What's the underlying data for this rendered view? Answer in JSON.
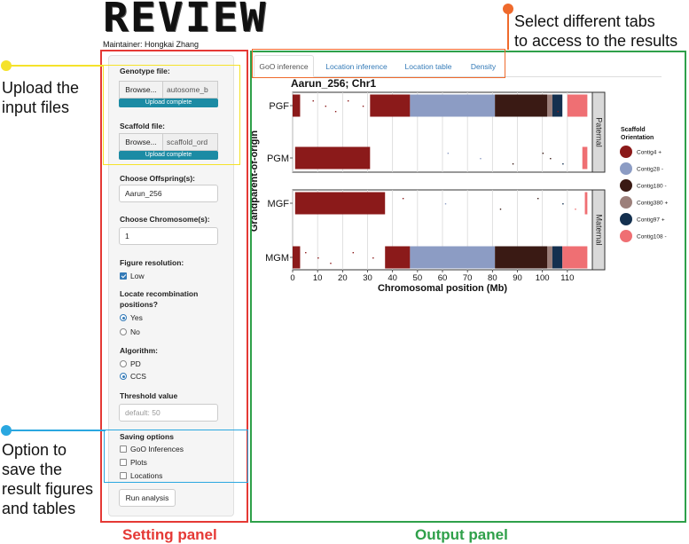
{
  "app": {
    "logo_text": "REVIEW",
    "maintainer": "Maintainer: Hongkai Zhang"
  },
  "settings": {
    "genotype_label": "Genotype file:",
    "genotype_browse": "Browse...",
    "genotype_filename": "autosome_b",
    "genotype_status": "Upload complete",
    "scaffold_label": "Scaffold file:",
    "scaffold_browse": "Browse...",
    "scaffold_filename": "scaffold_ord",
    "scaffold_status": "Upload complete",
    "offspring_label": "Choose Offspring(s):",
    "offspring_value": "Aarun_256",
    "chromosome_label": "Choose Chromosome(s):",
    "chromosome_value": "1",
    "resolution_label": "Figure resolution:",
    "resolution_option": "Low",
    "locate_label": "Locate recombination positions?",
    "locate_yes": "Yes",
    "locate_no": "No",
    "algorithm_label": "Algorithm:",
    "algo_pd": "PD",
    "algo_ccs": "CCS",
    "threshold_label": "Threshold value",
    "threshold_placeholder": "default: 50",
    "saving_label": "Saving options",
    "save_goo": "GoO Inferences",
    "save_plots": "Plots",
    "save_locations": "Locations",
    "run_button": "Run analysis"
  },
  "tabs": [
    {
      "label": "GoO inference",
      "active": true
    },
    {
      "label": "Location inference",
      "active": false
    },
    {
      "label": "Location table",
      "active": false
    },
    {
      "label": "Density",
      "active": false
    }
  ],
  "annotations": {
    "select_tabs_line1": "Select different tabs",
    "select_tabs_line2": "to access to the results",
    "upload_line1": "Upload the",
    "upload_line2": "input files",
    "option_line1": "Option to",
    "option_line2": "save the",
    "option_line3": "result figures",
    "option_line4": "and tables",
    "setting_panel": "Setting panel",
    "output_panel": "Output panel",
    "colors": {
      "red": "#e53935",
      "yellow": "#f5e22a",
      "blue": "#2aa7e0",
      "green": "#2fa04a",
      "orange": "#ef6a2c"
    }
  },
  "chart_data": {
    "type": "scatter",
    "title": "Aarun_256; Chr1",
    "xlabel": "Chromosomal position (Mb)",
    "ylabel": "Grandparent-of-origin",
    "xlim": [
      0,
      120
    ],
    "x_ticks": [
      0,
      10,
      20,
      30,
      40,
      50,
      60,
      70,
      80,
      90,
      100,
      110
    ],
    "facets": [
      "Paternal",
      "Maternal"
    ],
    "rows": [
      "PGF",
      "PGM",
      "MGF",
      "MGM"
    ],
    "legend_title": "Scaffold Orientation",
    "legend": [
      {
        "name": "Contig4 +",
        "color": "#8b1a1a"
      },
      {
        "name": "Contig28 -",
        "color": "#8c9cc4"
      },
      {
        "name": "Contig180 -",
        "color": "#3a1a14"
      },
      {
        "name": "Contig380 +",
        "color": "#9c7f7a"
      },
      {
        "name": "Contig97 +",
        "color": "#14304f"
      },
      {
        "name": "Contig108 -",
        "color": "#ef6f73"
      }
    ],
    "blocks": {
      "PGF": [
        {
          "start": 0,
          "end": 3,
          "contig": "Contig4 +"
        },
        {
          "start": 31,
          "end": 47,
          "contig": "Contig4 +"
        },
        {
          "start": 47,
          "end": 81,
          "contig": "Contig28 -"
        },
        {
          "start": 81,
          "end": 102,
          "contig": "Contig180 -"
        },
        {
          "start": 102,
          "end": 104,
          "contig": "Contig380 +"
        },
        {
          "start": 104,
          "end": 108,
          "contig": "Contig97 +"
        },
        {
          "start": 110,
          "end": 118,
          "contig": "Contig108 -"
        }
      ],
      "PGM": [
        {
          "start": 1,
          "end": 31,
          "contig": "Contig4 +"
        },
        {
          "start": 116,
          "end": 118,
          "contig": "Contig108 -"
        }
      ],
      "MGF": [
        {
          "start": 1,
          "end": 37,
          "contig": "Contig4 +"
        },
        {
          "start": 117,
          "end": 118,
          "contig": "Contig108 -"
        }
      ],
      "MGM": [
        {
          "start": 0,
          "end": 3,
          "contig": "Contig4 +"
        },
        {
          "start": 37,
          "end": 47,
          "contig": "Contig4 +"
        },
        {
          "start": 47,
          "end": 81,
          "contig": "Contig28 -"
        },
        {
          "start": 81,
          "end": 102,
          "contig": "Contig180 -"
        },
        {
          "start": 102,
          "end": 104,
          "contig": "Contig380 +"
        },
        {
          "start": 104,
          "end": 108,
          "contig": "Contig97 +"
        },
        {
          "start": 108,
          "end": 118,
          "contig": "Contig108 -"
        }
      ]
    },
    "scatter_points": {
      "PGF": [
        [
          8,
          "Contig4 +"
        ],
        [
          13,
          "Contig4 +"
        ],
        [
          17,
          "Contig4 +"
        ],
        [
          22,
          "Contig4 +"
        ],
        [
          28,
          "Contig4 +"
        ],
        [
          106,
          "Contig4 +"
        ]
      ],
      "PGM": [
        [
          62,
          "Contig28 -"
        ],
        [
          75,
          "Contig28 -"
        ],
        [
          88,
          "Contig180 -"
        ],
        [
          100,
          "Contig180 -"
        ],
        [
          103,
          "Contig180 -"
        ],
        [
          108,
          "Contig97 +"
        ]
      ],
      "MGF": [
        [
          44,
          "Contig4 +"
        ],
        [
          61,
          "Contig28 -"
        ],
        [
          83,
          "Contig180 -"
        ],
        [
          98,
          "Contig180 -"
        ],
        [
          108,
          "Contig97 +"
        ],
        [
          113,
          "Contig108 -"
        ]
      ],
      "MGM": [
        [
          5,
          "Contig4 +"
        ],
        [
          10,
          "Contig4 +"
        ],
        [
          15,
          "Contig4 +"
        ],
        [
          24,
          "Contig4 +"
        ],
        [
          32,
          "Contig4 +"
        ],
        [
          110,
          "Contig108 -"
        ]
      ]
    }
  }
}
